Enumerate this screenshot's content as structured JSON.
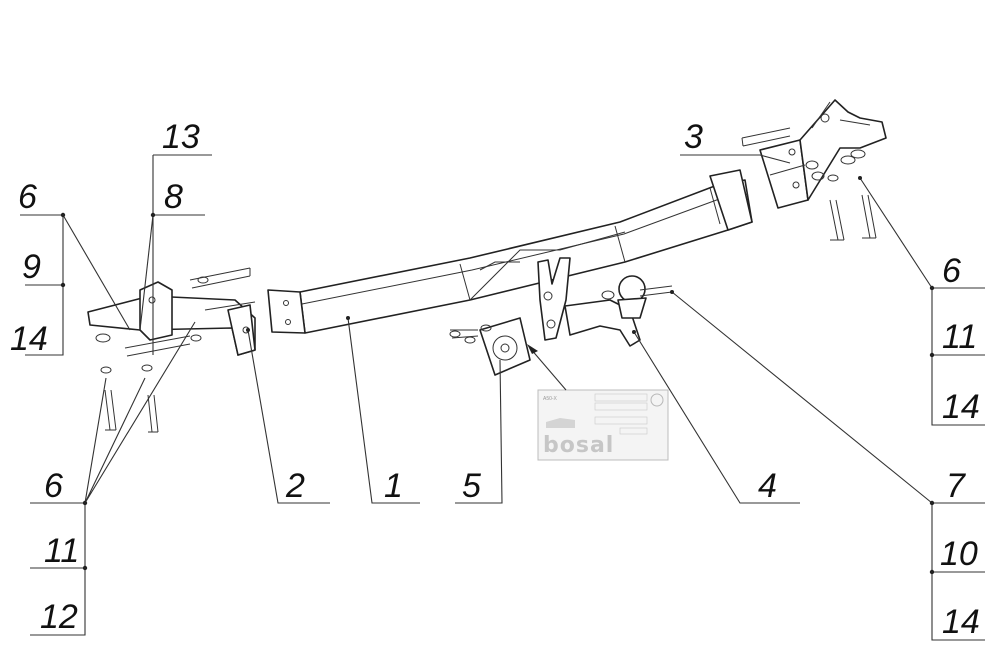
{
  "callouts": [
    {
      "id": "13",
      "label": "13"
    },
    {
      "id": "8",
      "label": "8"
    },
    {
      "id": "6-left-top",
      "label": "6"
    },
    {
      "id": "9",
      "label": "9"
    },
    {
      "id": "14-left-top",
      "label": "14"
    },
    {
      "id": "3",
      "label": "3"
    },
    {
      "id": "6-right-top",
      "label": "6"
    },
    {
      "id": "11-right",
      "label": "11"
    },
    {
      "id": "14-right-mid",
      "label": "14"
    },
    {
      "id": "6-left-bottom",
      "label": "6"
    },
    {
      "id": "11-left",
      "label": "11"
    },
    {
      "id": "12",
      "label": "12"
    },
    {
      "id": "2",
      "label": "2"
    },
    {
      "id": "1",
      "label": "1"
    },
    {
      "id": "5",
      "label": "5"
    },
    {
      "id": "4",
      "label": "4"
    },
    {
      "id": "7",
      "label": "7"
    },
    {
      "id": "10",
      "label": "10"
    },
    {
      "id": "14-right-bottom",
      "label": "14"
    }
  ],
  "plate": {
    "brand": "bosal",
    "model": "A50-X"
  }
}
